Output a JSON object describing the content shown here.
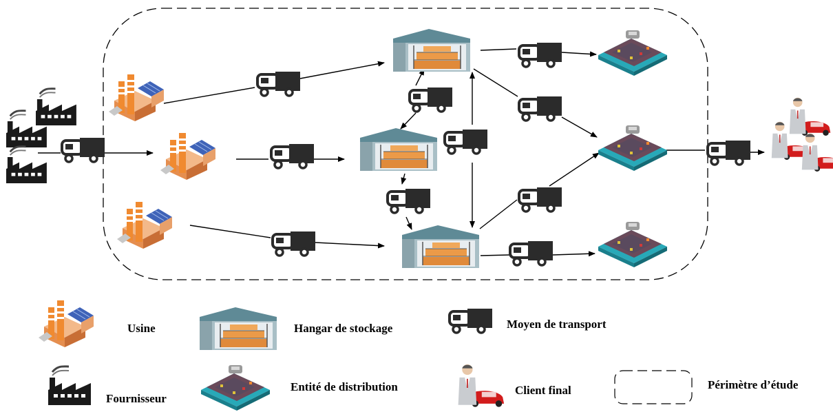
{
  "legend": {
    "usine": "Usine",
    "hangar": "Hangar de stockage",
    "transport": "Moyen de transport",
    "fournisseur": "Fournisseur",
    "distribution": "Entité de distribution",
    "client": "Client final",
    "perimetre": "Périmètre d’étude"
  },
  "colors": {
    "truck": "#2b2b2b",
    "factory_roof": "#f08a30",
    "solar_panel": "#3f63b8",
    "warehouse_roof": "#5f8a96",
    "warehouse_boxes": "#e08a3a",
    "distribution_base": "#28a9b8",
    "client_car": "#d21c1c",
    "supplier_building": "#1a1a1a"
  },
  "icons": [
    "factory-icon",
    "warehouse-icon",
    "truck-icon",
    "supplier-icon",
    "distribution-icon",
    "client-icon"
  ]
}
